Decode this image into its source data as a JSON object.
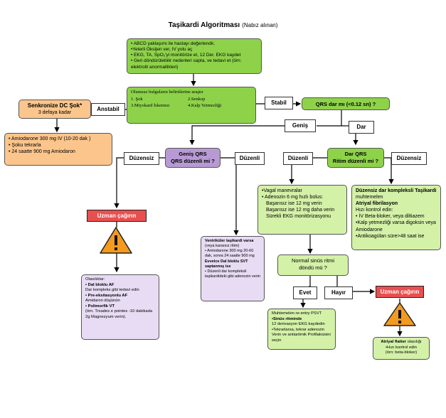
{
  "title": {
    "main": "Taşikardi  Algoritması",
    "sub": "(Nabız alınan)"
  },
  "top_box": {
    "items": [
      "• ABCD yaklaşımı ile hastayı değerlendir,",
      "•Yeterli  Oksijen ver, IV yolu aç",
      "• EKG, TA, SpO₂'yi monitörize et, 12 Der. EKG kaydet",
      "• Geri döndürülebilir nedenleri saptа, ve tedavi et (örn: elektrolit anormallikleri)"
    ]
  },
  "adverse_box": {
    "heading": "Olumsuz bulguların belirtilerine  araştır",
    "items": [
      "1. Şok",
      "2.Senkop",
      "3.Miyokard İskemisi",
      "4.Kalp Yetmezliği"
    ]
  },
  "labels": {
    "anstabil": "Anstabil",
    "stabil": "Stabil",
    "genis": "Geniş",
    "dar": "Dar",
    "duzensiz_left": "Düzensiz",
    "duzenli_mid": "Düzenli",
    "duzenli_right": "Düzenli",
    "duzensiz_right": "Düzensiz",
    "evet": "Evet",
    "hayir": "Hayır"
  },
  "sync_box": {
    "title": "Senkronize DC Şok*",
    "sub": "3 defaya kadar"
  },
  "amio_box": {
    "items": [
      "• Amiodarone 300 mg IV (10-20 dak )",
      "• Şoku tekrarla",
      "• 24 saatte 900 mg Amiodaron"
    ]
  },
  "qrs_box": "QRS dar mı (<0.12 sn) ?",
  "wide_box": {
    "line1": "Geniş QRS",
    "line2": "QRS düzenli mi ?"
  },
  "narrow_box": {
    "line1": "Dar  QRS",
    "line2": "Ritim düzenli mi ?"
  },
  "expert_left": "Uzman çağırın",
  "expert_right": "Uzman çağırın",
  "possibilities": {
    "heading": "Olasılıklar:",
    "items": [
      {
        "bold": "• Dal bloklu AF",
        "text": "Dar kompleks gibi tedavi edin"
      },
      {
        "bold": "• Pre-eksitasyonlu AF",
        "text": "Amidaron düşünün"
      },
      {
        "bold": "• Polimorfik VT",
        "text": "(örn. Trsades e pointes -10 dakikada 2g  Magnezyum verin)."
      }
    ]
  },
  "vt_box": {
    "title": "Ventriküler taşikardi varsa",
    "sub": "(veya kararsız ritim)",
    "item1": "• Amiodarone 300 mg 20-60 dak, sonra 24 saatte 900 mg",
    "title2": "Evvelce Dal bloklu SVT saptanmış ise",
    "item2": "• Düzenli dar kompleksli taşikardideki gibi adenozin verin"
  },
  "vagal_box": {
    "items": [
      "•Vagal manevralar",
      "• Adenozin 6 mg hızlı bolus:",
      "  Başarısız ise 12 mg verin",
      "  Başarısız ise 12 mg daha verin",
      "  Sürekli EKG monitörizasyonu"
    ]
  },
  "afib_box": {
    "title": "Düzensiz dar kompleksli Taşikardi",
    "title_rest": " muhtemelen",
    "title2": "Atriyal fibrilasyon",
    "sub": "Hızı kontrol edin:",
    "items": [
      "• İV  Beta-bloker, veya diltiazem",
      "•Kalp yetmezliği varsa digoksin veya Amiodarone",
      "•Antikoagülan süre>48 saat ise"
    ]
  },
  "sinus_box": {
    "line1": "Normal sinüs ritmi",
    "line2": "döndü mü ?"
  },
  "reentry_box": {
    "heading": "Muhtemelen re-entry PSVT",
    "sub": "•Sinüs ritminde",
    "items": [
      "12 derivasyon EKG kaydedin",
      "•Tekrarlarsa, tekrar adenozin",
      "Verin ve  antiaritmik  Profilaksisini seçin"
    ]
  },
  "flutter_box": {
    "bold": "Atriyal flatter",
    "text": " olasılığı",
    "items": [
      "•Hızı kontrol edin",
      "(örn: beta-bloker)"
    ]
  },
  "colors": {
    "green": "#8ed24a",
    "light_green": "#d4f1a8",
    "purple": "#b79ad3",
    "light_purple": "#e7dcf3",
    "orange": "#fbc58c",
    "red": "#e85050",
    "warning": "#f39a1f"
  }
}
